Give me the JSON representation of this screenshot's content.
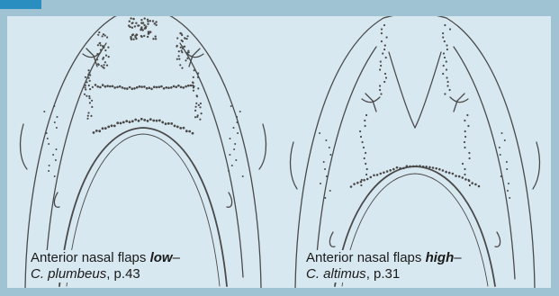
{
  "colors": {
    "frame": "#9fc3d3",
    "accent_tab": "#2a8fc0",
    "panel": "#d8e8f0",
    "ink": "#4a4a4a",
    "text": "#1a1a1a"
  },
  "figures": [
    {
      "caption_prefix": "Anterior nasal flaps ",
      "caption_emphasis": "low",
      "caption_dash": "–",
      "species": "C. plumbeus",
      "species_suffix": ", p.43"
    },
    {
      "caption_prefix": "Anterior nasal flaps ",
      "caption_emphasis": "high",
      "caption_dash": "–",
      "species": "C. altimus",
      "species_suffix": ", p.31"
    }
  ]
}
